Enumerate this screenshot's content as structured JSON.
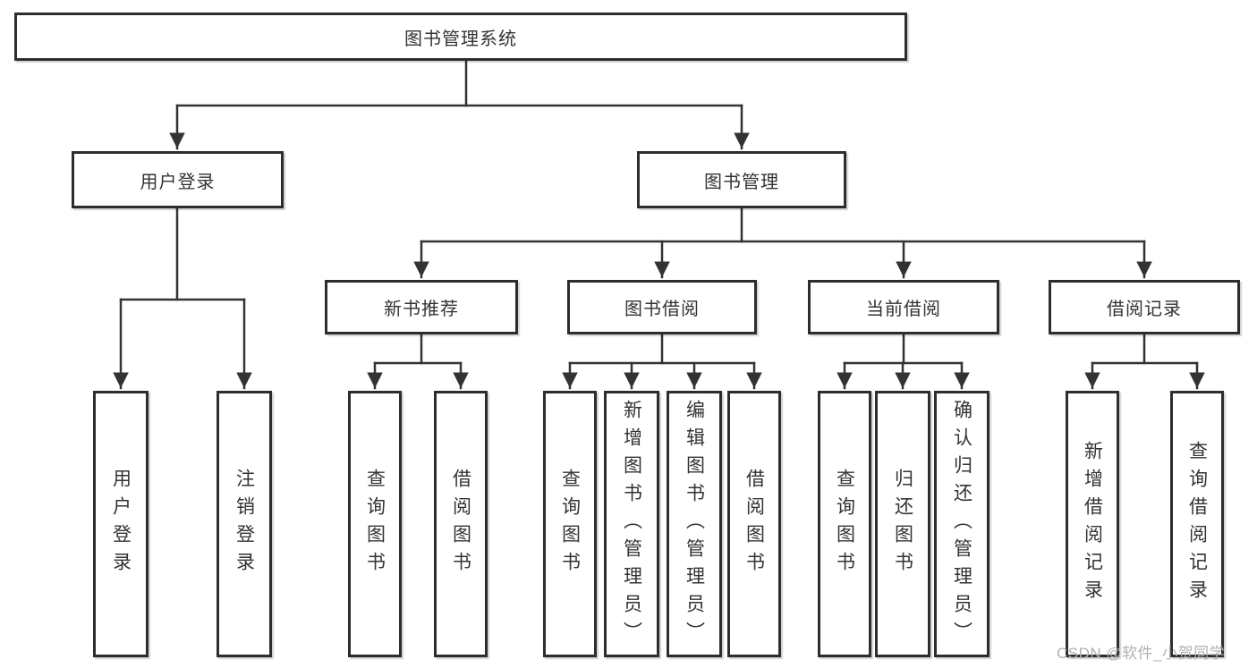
{
  "colors": {
    "background": "#ffffff",
    "line": "#333333",
    "box_border": "#2d2d2d",
    "text": "#333333",
    "watermark": "#b0b0b0"
  },
  "diagram": {
    "root": {
      "label": "图书管理系统"
    },
    "level2": [
      {
        "label": "用户登录"
      },
      {
        "label": "图书管理"
      }
    ],
    "level3": [
      {
        "label": "新书推荐"
      },
      {
        "label": "图书借阅"
      },
      {
        "label": "当前借阅"
      },
      {
        "label": "借阅记录"
      }
    ],
    "leaves": {
      "user_login": [
        "用户登录",
        "注销登录"
      ],
      "new_book": [
        "查询图书",
        "借阅图书"
      ],
      "book_borrow": [
        "查询图书",
        "新增图书（管理员）",
        "编辑图书（管理员）",
        "借阅图书"
      ],
      "current_borrow": [
        "查询图书",
        "归还图书",
        "确认归还（管理员）"
      ],
      "borrow_record": [
        "新增借阅记录",
        "查询借阅记录"
      ]
    },
    "watermark": "CSDN @软件_小贺同学"
  }
}
